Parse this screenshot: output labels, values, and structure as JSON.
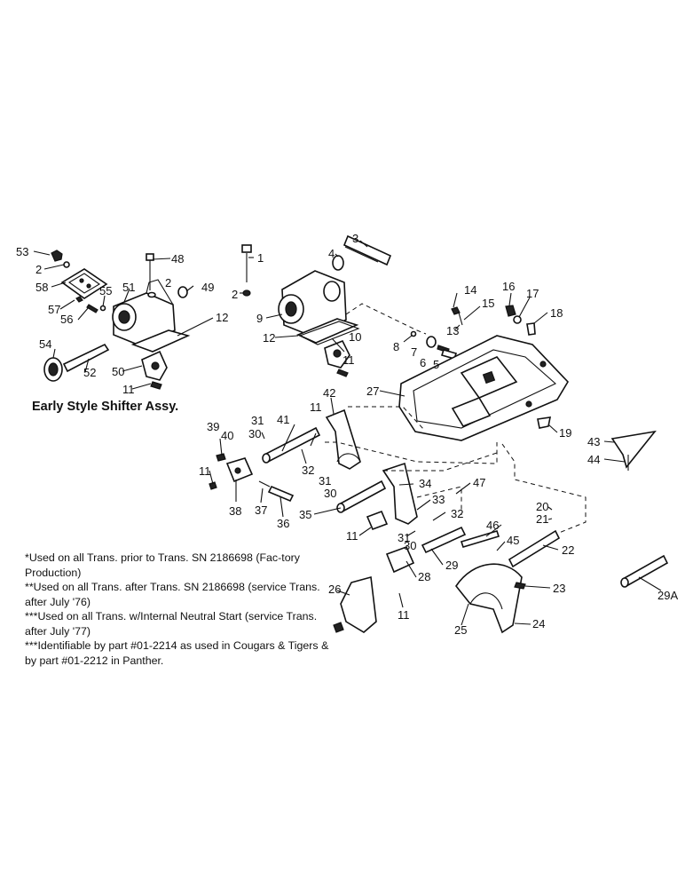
{
  "caption": "Early Style Shifter Assy.",
  "notes": [
    "*Used on all Trans. prior to Trans. SN 2186698 (Fac-tory Production)",
    "**Used on all Trans. after Trans. SN 2186698 (service Trans. after July '76)",
    "***Used on all Trans. w/Internal Neutral Start (service Trans. after July '77)",
    "***Identifiable by part #01-2214 as used in Cougars & Tigers & by part #01-2212 in Panther."
  ],
  "callouts": [
    {
      "label": "53"
    },
    {
      "label": "2"
    },
    {
      "label": "58"
    },
    {
      "label": "57"
    },
    {
      "label": "56"
    },
    {
      "label": "55"
    },
    {
      "label": "51"
    },
    {
      "label": "48"
    },
    {
      "label": "2"
    },
    {
      "label": "49"
    },
    {
      "label": "12"
    },
    {
      "label": "54"
    },
    {
      "label": "52"
    },
    {
      "label": "50"
    },
    {
      "label": "11"
    },
    {
      "label": "1"
    },
    {
      "label": "2"
    },
    {
      "label": "3"
    },
    {
      "label": "4"
    },
    {
      "label": "9"
    },
    {
      "label": "10"
    },
    {
      "label": "12"
    },
    {
      "label": "11"
    },
    {
      "label": "8"
    },
    {
      "label": "7"
    },
    {
      "label": "6"
    },
    {
      "label": "5"
    },
    {
      "label": "13"
    },
    {
      "label": "14"
    },
    {
      "label": "15"
    },
    {
      "label": "16"
    },
    {
      "label": "17"
    },
    {
      "label": "18"
    },
    {
      "label": "27"
    },
    {
      "label": "19"
    },
    {
      "label": "43"
    },
    {
      "label": "44"
    },
    {
      "label": "42"
    },
    {
      "label": "41"
    },
    {
      "label": "31"
    },
    {
      "label": "30"
    },
    {
      "label": "11"
    },
    {
      "label": "39"
    },
    {
      "label": "40"
    },
    {
      "label": "32"
    },
    {
      "label": "11"
    },
    {
      "label": "38"
    },
    {
      "label": "37"
    },
    {
      "label": "36"
    },
    {
      "label": "31"
    },
    {
      "label": "30"
    },
    {
      "label": "35"
    },
    {
      "label": "34"
    },
    {
      "label": "33"
    },
    {
      "label": "47"
    },
    {
      "label": "32"
    },
    {
      "label": "11"
    },
    {
      "label": "31"
    },
    {
      "label": "30"
    },
    {
      "label": "29"
    },
    {
      "label": "20"
    },
    {
      "label": "21"
    },
    {
      "label": "46"
    },
    {
      "label": "45"
    },
    {
      "label": "22"
    },
    {
      "label": "29A"
    },
    {
      "label": "26"
    },
    {
      "label": "28"
    },
    {
      "label": "11"
    },
    {
      "label": "23"
    },
    {
      "label": "25"
    },
    {
      "label": "24"
    }
  ]
}
